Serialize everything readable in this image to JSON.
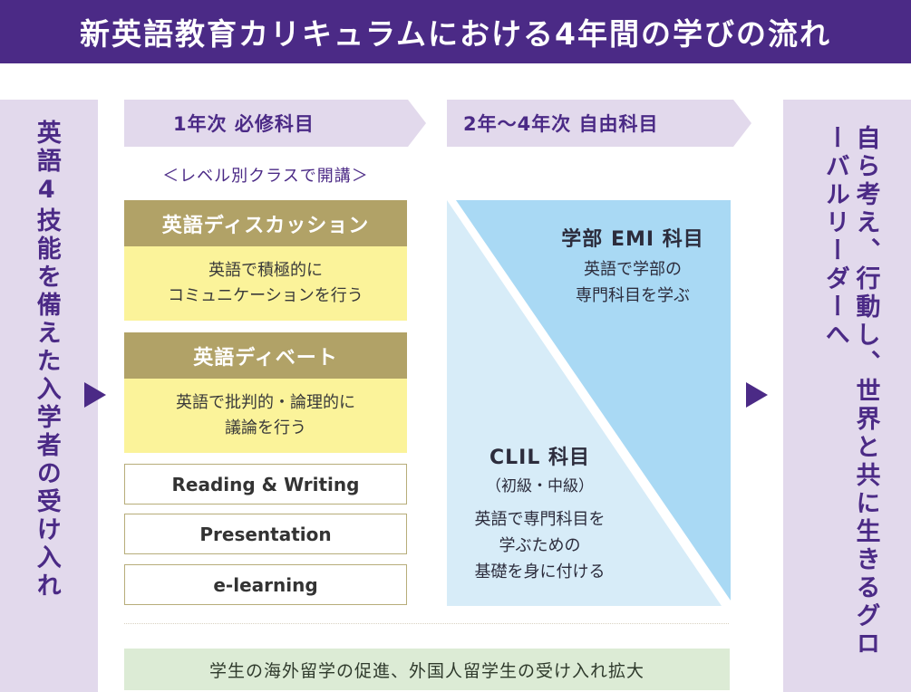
{
  "title": "新英語教育カリキュラムにおける4年間の学びの流れ",
  "left_side": {
    "text": "英語4技能を備えた入学者の受け入れ"
  },
  "right_side": {
    "text": "自ら考え、行動し、世界と共に生きるグローバルリーダーへ"
  },
  "phase1": {
    "label": "1年次 必修科目",
    "note": "＜レベル別クラスで開講＞",
    "courses": [
      {
        "heading": "英語ディスカッション",
        "lines": [
          "英語で積極的に",
          "コミュニケーションを行う"
        ]
      },
      {
        "heading": "英語ディベート",
        "lines": [
          "英語で批判的・論理的に",
          "議論を行う"
        ]
      }
    ],
    "skills": [
      "Reading & Writing",
      "Presentation",
      "e-learning"
    ]
  },
  "phase2": {
    "label": "2年〜4年次 自由科目",
    "emi": {
      "title": "学部 EMI 科目",
      "lines": [
        "英語で学部の",
        "専門科目を学ぶ"
      ]
    },
    "clil": {
      "title": "CLIL 科目",
      "subtitle": "（初級・中級）",
      "lines": [
        "英語で専門科目を",
        "学ぶための",
        "基礎を身に付ける"
      ]
    }
  },
  "bottom": {
    "text": "学生の海外留学の促進、外国人留学生の受け入れ拡大"
  },
  "colors": {
    "title_bg": "#4b2a86",
    "side_bg": "#e2d9ec",
    "course_head": "#b1a267",
    "course_body": "#fbf39a",
    "emi_blue": "#a9d9f4",
    "clil_blue": "#d7ecf8",
    "bottom_green": "#dcebd5"
  }
}
